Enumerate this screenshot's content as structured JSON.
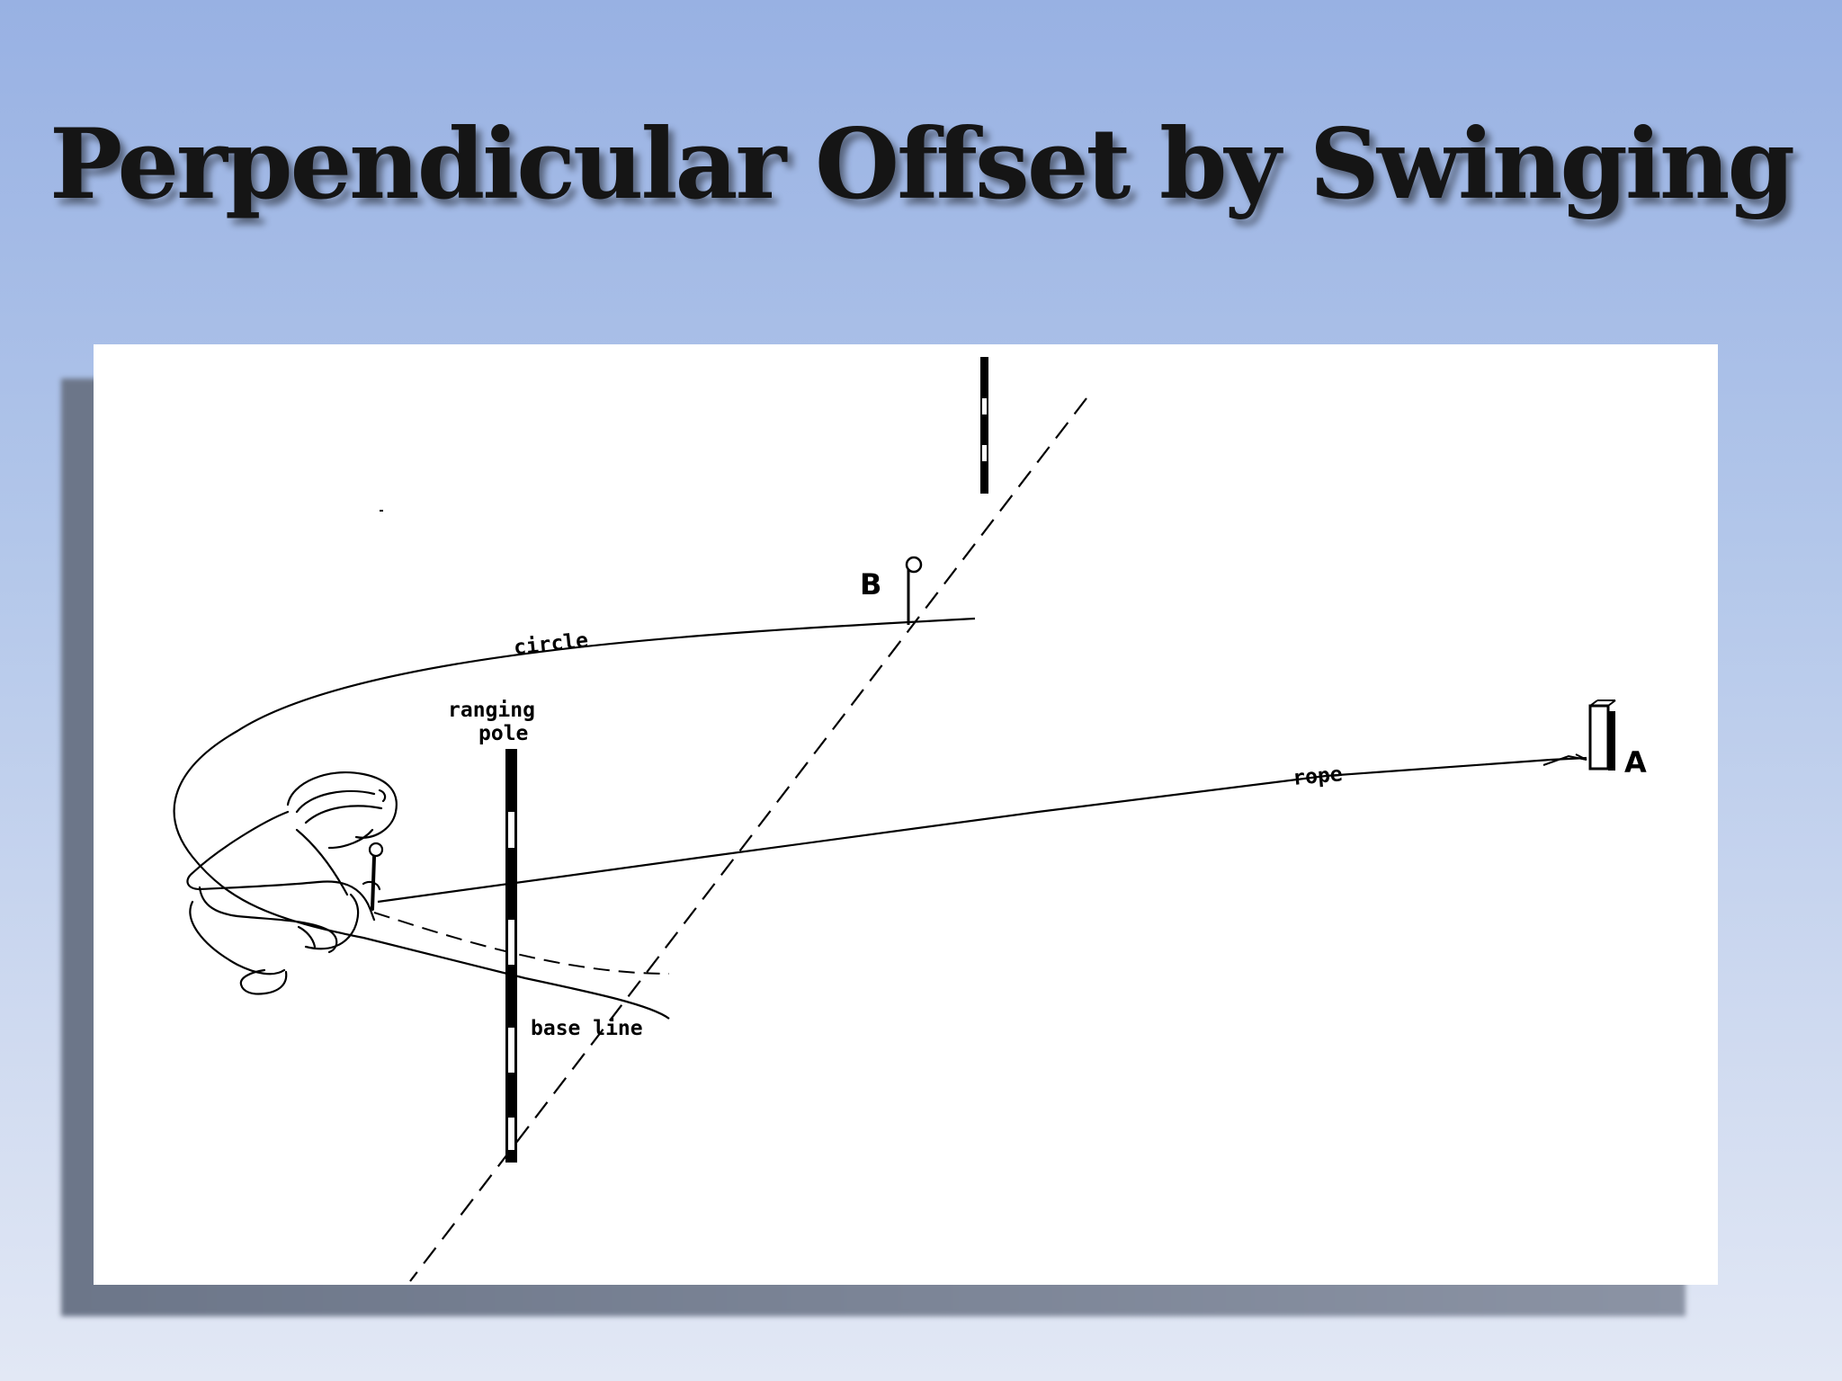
{
  "slide": {
    "title": "Perpendicular Offset by Swinging"
  },
  "diagram": {
    "labels": {
      "circle": "circle",
      "ranging_pole_line1": "ranging",
      "ranging_pole_line2": "pole",
      "rope": "rope",
      "base_line": "base line",
      "point_a": "A",
      "point_b": "B"
    }
  }
}
